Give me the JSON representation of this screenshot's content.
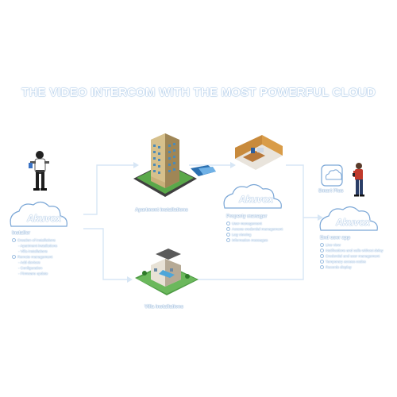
{
  "title": "THE VIDEO INTERCOM WITH THE MOST POWERFUL CLOUD",
  "brand": "Akuvox",
  "nodes": {
    "installer": {
      "heading": "Installer",
      "groups": [
        {
          "label": "Creation of installations",
          "subitems": [
            "- Apartment installations",
            "- Villa installations"
          ]
        },
        {
          "label": "Remote management",
          "subitems": [
            "- Add devices",
            "- Configuration",
            "- Firmware update"
          ]
        }
      ]
    },
    "apartment": {
      "caption": "Apartment installations"
    },
    "villa": {
      "caption": "Villa installations"
    },
    "property_manager": {
      "heading": "Property manager",
      "items": [
        "User management",
        "Access credential management",
        "Log viewing",
        "Information messages"
      ]
    },
    "smart_plus": {
      "caption": "Smart Plus"
    },
    "end_user": {
      "heading": "End user app",
      "items": [
        "Live view",
        "Notifications and calls without delay",
        "Credential and user management",
        "Temporary access codes",
        "Records display"
      ]
    }
  },
  "colors": {
    "arrow": "#d7e6f5",
    "outline": "#7aa6d6",
    "shirt": "#ffffff",
    "accent": "#c0392b"
  }
}
